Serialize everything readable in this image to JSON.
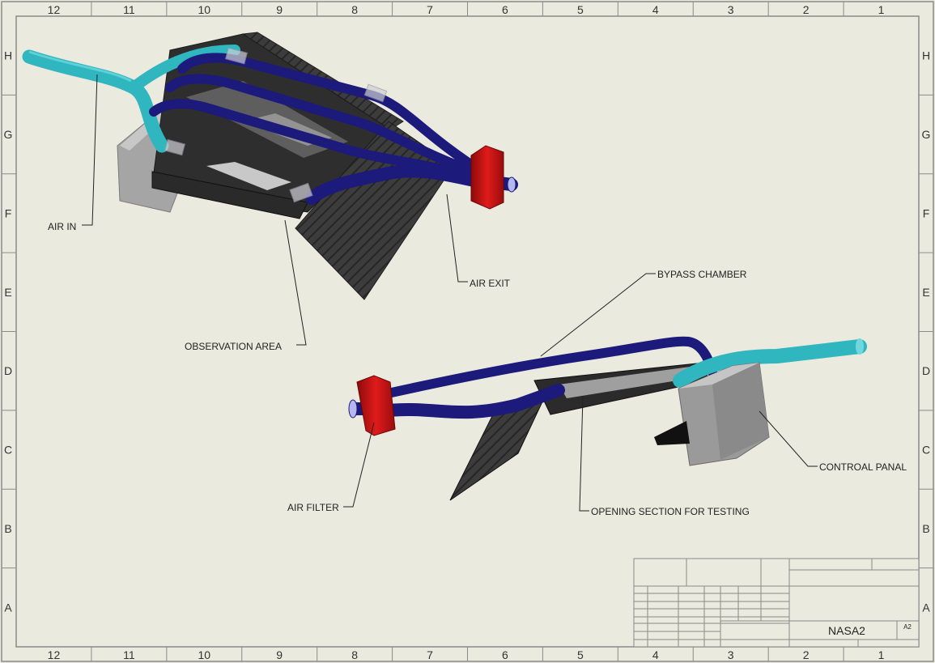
{
  "sheet": {
    "columns": [
      "12",
      "11",
      "10",
      "9",
      "8",
      "7",
      "6",
      "5",
      "4",
      "3",
      "2",
      "1"
    ],
    "rows": [
      "H",
      "G",
      "F",
      "E",
      "D",
      "C",
      "B",
      "A"
    ]
  },
  "callouts": {
    "air_in": "AIR IN",
    "air_exit": "AIR EXIT",
    "observation_area": "OBSERVATION AREA",
    "bypass_chamber": "BYPASS CHAMBER",
    "air_filter": "AIR FILTER",
    "opening_section": "OPENING SECTION FOR TESTING",
    "control_panel": "CONTROAL PANAL"
  },
  "title_block": {
    "drawing_name": "NASA2",
    "size": "A2"
  },
  "colors": {
    "sheet_bg": "#ebeadf",
    "border": "#7a7a7a",
    "cyan_pipe": "#2fb6bf",
    "navy_pipe": "#1c1a7a",
    "filter_red": "#c11414",
    "body_dark": "#3a3a3a",
    "panel_grey": "#9a9a9a"
  }
}
